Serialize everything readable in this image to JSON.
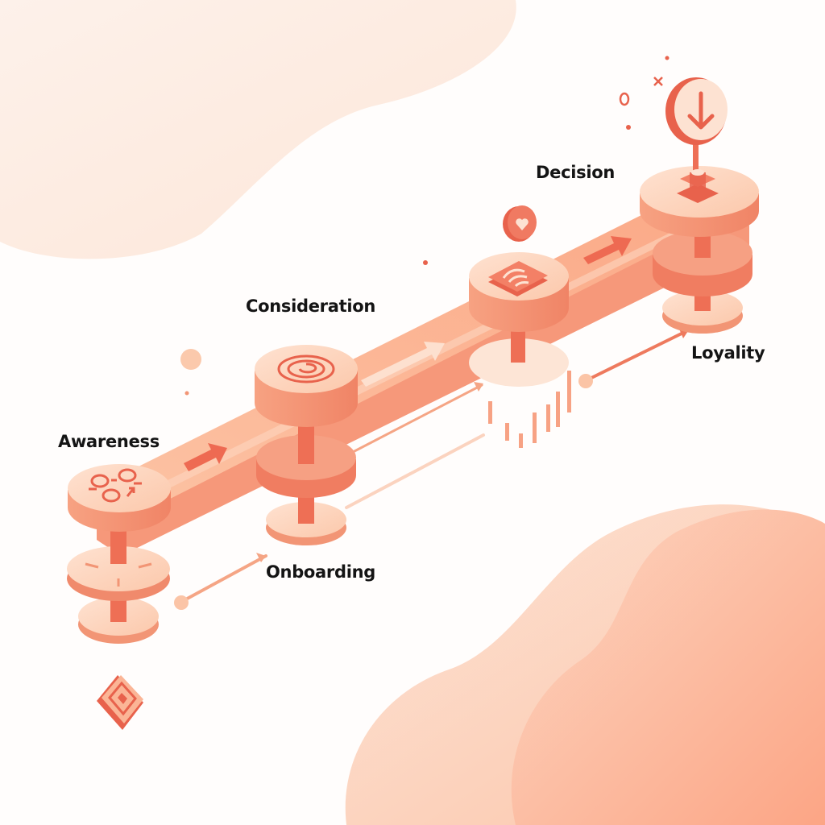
{
  "diagram": {
    "type": "customer-journey-flow",
    "colors": {
      "background": "#fffdfc",
      "blob_light": "#fde9dd",
      "blob_peach": "#fcb696",
      "track": "#fbb592",
      "track_top": "#fdd2b9",
      "disc_top": "#fdd9c3",
      "disc_side": "#f4906f",
      "pillar": "#ee6f55",
      "accent": "#e8624c",
      "label": "#141414"
    },
    "stages": [
      {
        "id": "awareness",
        "label": "Awareness",
        "icon": "people-network-icon"
      },
      {
        "id": "consideration",
        "label": "Consideration",
        "icon": "target-icon"
      },
      {
        "id": "decision",
        "label": "Decision",
        "icon": "down-arrow-sign-icon"
      },
      {
        "id": "onboarding",
        "label": "Onboarding",
        "icon": "disc-icon"
      },
      {
        "id": "loyality",
        "label": "Loyality",
        "icon": "disc-icon"
      }
    ],
    "decorations": [
      "heart-badge-icon",
      "magnet-tile-icon",
      "bar-chart-icon",
      "concentric-square-icon",
      "circle-x-dot-icon"
    ]
  }
}
